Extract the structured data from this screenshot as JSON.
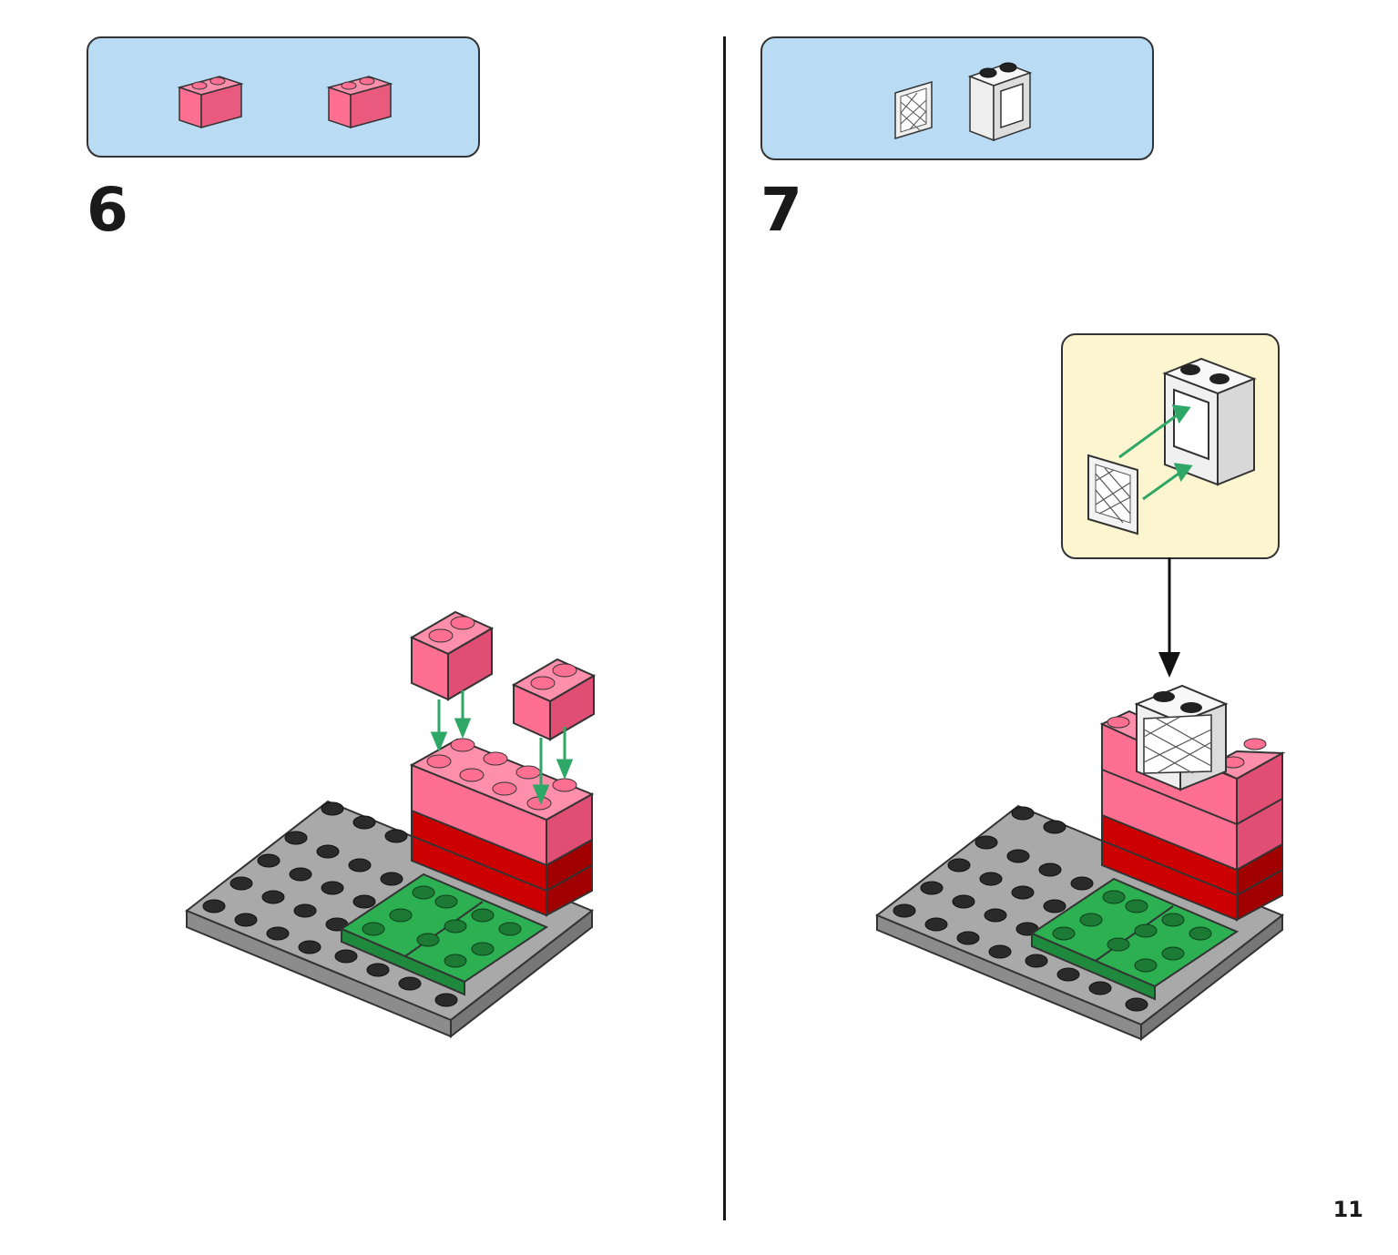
{
  "steps": [
    {
      "number": "6",
      "parts": [
        "pink-brick-1x2",
        "pink-brick-1x2"
      ]
    },
    {
      "number": "7",
      "parts": [
        "window-glass-icon",
        "white-window-frame-icon"
      ]
    }
  ],
  "page_number": "11",
  "colors": {
    "parts_bg": "#b9dcf4",
    "callout_bg": "#fdf5cf",
    "pink": "#ff6f92",
    "red": "#cc0000",
    "green": "#2db052",
    "gray": "#9b9b9b",
    "arrow_green": "#2fa766"
  }
}
